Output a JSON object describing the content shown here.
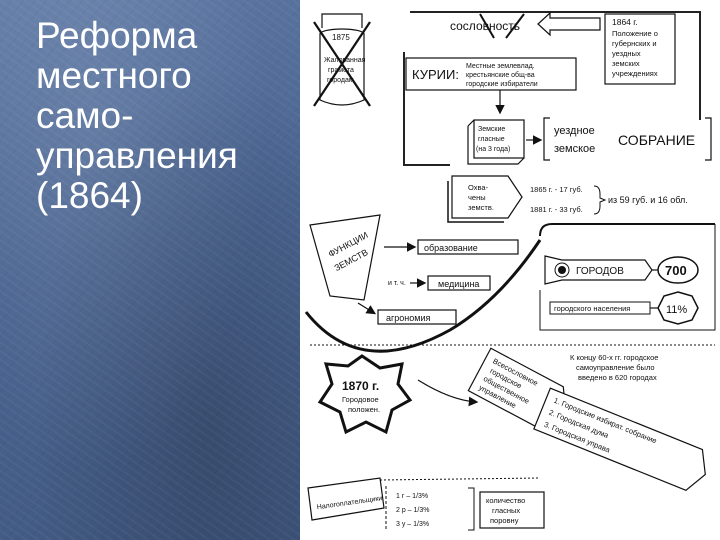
{
  "slide": {
    "title_lines": [
      "Реформа",
      "местного",
      "само-",
      "управления",
      "(1864)"
    ]
  },
  "diagram": {
    "estate_label": "сословность",
    "reform_year_text": [
      "1864 г.",
      "Положение о",
      "губернских и",
      "уездных",
      "земских",
      "учреждениях"
    ],
    "charter_year": "1875",
    "charter_text": [
      "Жалованная",
      "грамота",
      "городам"
    ],
    "curia_label": "КУРИИ:",
    "curia_text": [
      "Местные землевлад.",
      "крестьянские общ-ва",
      "городские избиратели"
    ],
    "zemstvo_deputies": [
      "Земские",
      "гласные",
      "(на 3 года)"
    ],
    "assembly_prefix_top": "уездное",
    "assembly_prefix_bottom": "земское",
    "assembly_word": "СОБРАНИЕ",
    "coverage_label": [
      "Охва-",
      "чены",
      "земств."
    ],
    "coverage_years": [
      "1865 г. - 17 губ.",
      "1881 г. - 33 губ."
    ],
    "coverage_result": "из 59 губ. и 16 обл.",
    "functions_label": [
      "ФУНКЦИИ",
      "ЗЕМСТВ"
    ],
    "function_education": "образование",
    "function_medicine": "медицина",
    "function_agronomy": "агрономия",
    "function_etc": "и т. ч.",
    "cities_label": "ГОРОДОВ",
    "cities_count": "700",
    "city_population": "городского населения",
    "city_population_percent": "11%",
    "city_note": [
      "К концу 60-х гг. городское",
      "самоуправление было",
      "введено в 620 городах"
    ],
    "city_year": "1870 г.",
    "city_regulation": [
      "Городовое",
      "положен."
    ],
    "all_estate_text": [
      "Всесословное",
      "городское",
      "общественное",
      "управление"
    ],
    "city_bodies": [
      "1. Городские избират. собрание",
      "2. Городская дума",
      "3. Городская управа"
    ],
    "taxpayers_label": [
      "Налогоплательщики"
    ],
    "tax_groups": [
      "1   г    – 1/3%",
      "2   р    – 1/3%",
      "3   у    – 1/3%"
    ],
    "equal_deputies": [
      "количество",
      "гласных",
      "поровну"
    ]
  }
}
